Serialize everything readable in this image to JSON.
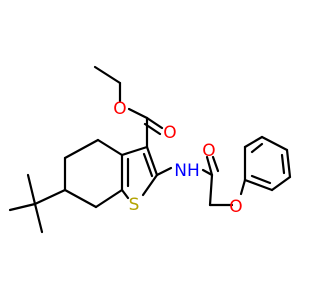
{
  "molecule": {
    "colors": {
      "bond": "#000000",
      "oxygen": "#ff0000",
      "nitrogen": "#0000ff",
      "sulfur": "#b3a300",
      "hydrogen": "#0000ff"
    },
    "atoms": {
      "O_ester_ether": "O",
      "O_ester_carbonyl": "O",
      "O_amide": "O",
      "O_phenoxy": "O",
      "NH": "NH",
      "S": "S"
    }
  }
}
